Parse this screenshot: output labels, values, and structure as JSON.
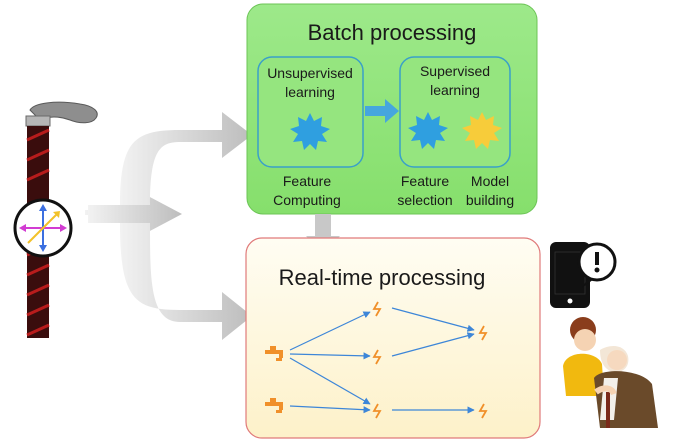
{
  "batch": {
    "title": "Batch processing",
    "unsupervised": {
      "line1": "Unsupervised",
      "line2": "learning"
    },
    "supervised": {
      "line1": "Supervised",
      "line2": "learning"
    },
    "feature_computing": {
      "line1": "Feature",
      "line2": "Computing"
    },
    "feature_selection": {
      "line1": "Feature",
      "line2": "selection"
    },
    "model_building": {
      "line1": "Model",
      "line2": "building"
    }
  },
  "realtime": {
    "title": "Real-time processing"
  },
  "colors": {
    "batch_bg": "#90e478",
    "batch_border": "#6cc456",
    "inner_border": "#3aa0c8",
    "realtime_bg": "#fef7dc",
    "realtime_border": "#e07a7a",
    "gray_arrow": "#c8c8c8",
    "blue_gear": "#2f9fe0",
    "yellow_gear": "#f7cc3a",
    "node_orange": "#f0902a",
    "edge_blue": "#3d86d8"
  }
}
